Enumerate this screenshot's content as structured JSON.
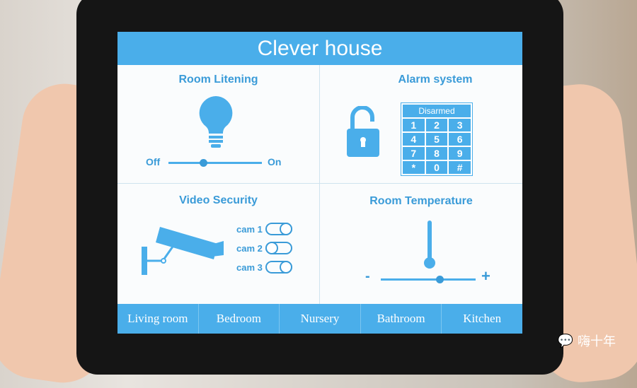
{
  "app": {
    "title": "Clever house"
  },
  "lighting": {
    "title": "Room Litening",
    "off": "Off",
    "on": "On",
    "level": 0.35
  },
  "alarm": {
    "title": "Alarm system",
    "status": "Disarmed",
    "keys": [
      "1",
      "2",
      "3",
      "4",
      "5",
      "6",
      "7",
      "8",
      "9",
      "*",
      "0",
      "#"
    ]
  },
  "video": {
    "title": "Video Security",
    "cams": [
      {
        "label": "cam 1",
        "on": true
      },
      {
        "label": "cam 2",
        "on": false
      },
      {
        "label": "cam 3",
        "on": true
      }
    ]
  },
  "temperature": {
    "title": "Room Temperature",
    "minus": "-",
    "plus": "+",
    "level": 0.55
  },
  "tabs": [
    "Living room",
    "Bedroom",
    "Nursery",
    "Bathroom",
    "Kitchen"
  ],
  "watermark": "嗨十年",
  "colors": {
    "accent": "#4aaeea"
  }
}
